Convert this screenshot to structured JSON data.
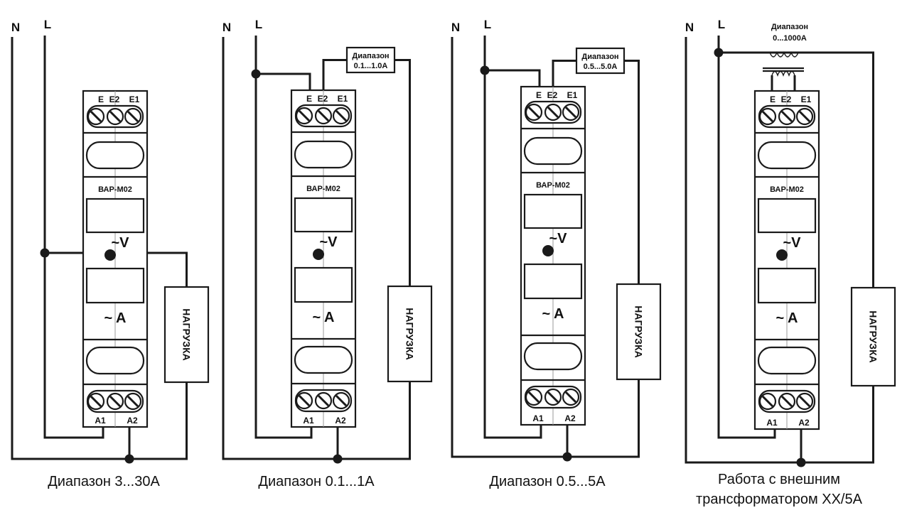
{
  "mains": {
    "neutral": "N",
    "line": "L"
  },
  "device": {
    "model": "ВАР-М02",
    "top_terminals": [
      "E",
      "E2",
      "E1"
    ],
    "bottom_terminals": [
      "A1",
      "A2"
    ],
    "voltage_symbol": "~V",
    "current_symbol": "~ A"
  },
  "load_label": "НАГРУЗКА",
  "schemes": [
    {
      "caption": [
        "Диапазон 3...30A"
      ],
      "range_box": []
    },
    {
      "caption": [
        "Диапазон 0.1...1А"
      ],
      "range_box": [
        "Диапазон",
        "0.1...1.0А"
      ]
    },
    {
      "caption": [
        "Диапазон 0.5...5А"
      ],
      "range_box": [
        "Диапазон",
        "0.5...5.0А"
      ]
    },
    {
      "caption": [
        "Работа с внешним",
        "трансформатором ХХ/5А"
      ],
      "range_box": [
        "Диапазон",
        "0...1000А"
      ]
    }
  ]
}
